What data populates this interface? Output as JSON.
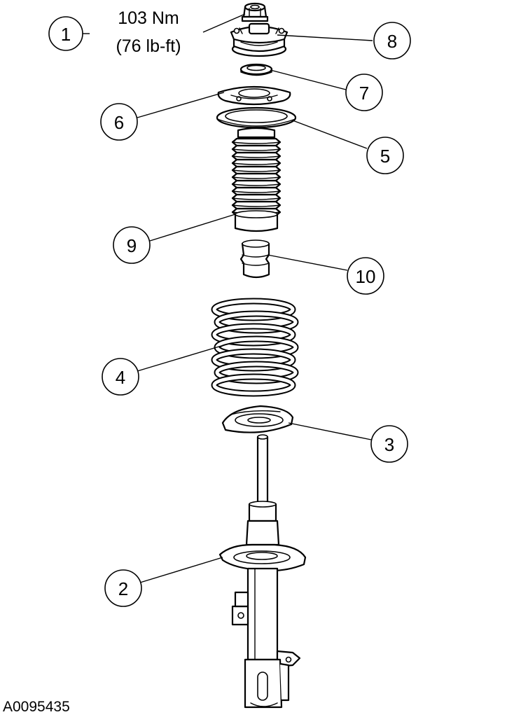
{
  "torque_spec": {
    "metric": "103 Nm",
    "imperial": "(76 lb-ft)"
  },
  "callouts": [
    {
      "id": "1",
      "label": "1"
    },
    {
      "id": "2",
      "label": "2"
    },
    {
      "id": "3",
      "label": "3"
    },
    {
      "id": "4",
      "label": "4"
    },
    {
      "id": "5",
      "label": "5"
    },
    {
      "id": "6",
      "label": "6"
    },
    {
      "id": "7",
      "label": "7"
    },
    {
      "id": "8",
      "label": "8"
    },
    {
      "id": "9",
      "label": "9"
    },
    {
      "id": "10",
      "label": "10"
    }
  ],
  "figure_id": "A0095435"
}
